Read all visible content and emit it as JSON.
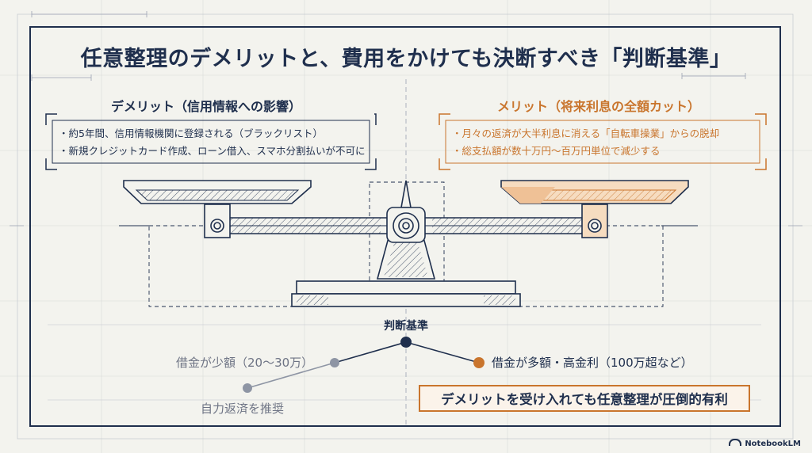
{
  "title": "任意整理のデメリットと、費用をかけても決断すべき「判断基準」",
  "demerit": {
    "heading": "デメリット（信用情報への影響）",
    "items": [
      "・約5年間、信用情報機関に登録される（ブラックリスト）",
      "・新規クレジットカード作成、ローン借入、スマホ分割払いが不可に"
    ]
  },
  "merit": {
    "heading": "メリット（将来利息の全額カット）",
    "items": [
      "・月々の返済が大半利息に消える「自転車操業」からの脱却",
      "・総支払額が数十万円〜百万円単位で減少する"
    ]
  },
  "criteria": {
    "label": "判断基準",
    "small_debt": "借金が少額（20〜30万）",
    "self_repay": "自力返済を推奨",
    "large_debt": "借金が多額・高金利（100万超など）",
    "conclusion": "デメリットを受け入れても任意整理が圧倒的有利"
  },
  "watermark": "NotebookLM",
  "colors": {
    "navy": "#1f2f4d",
    "orange": "#c9752d",
    "gray": "#6d7384",
    "background": "#f3f3ee"
  }
}
